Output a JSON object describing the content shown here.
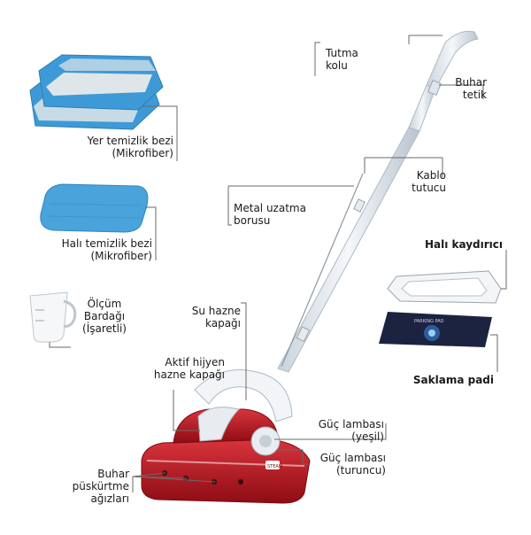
{
  "labels": {
    "handle": [
      "Tutma",
      "kolu"
    ],
    "steam_trigger": [
      "Buhar",
      "tetik"
    ],
    "cable_holder": [
      "Kablo",
      "tutucu"
    ],
    "metal_tube": [
      "Metal uzatma",
      "borusu"
    ],
    "floor_pad": [
      "Yer temizlik bezi",
      "(Mikrofiber)"
    ],
    "carpet_pad": [
      "Halı temizlik bezi",
      "(Mikrofiber)"
    ],
    "carpet_glider": "Halı kaydırıcı",
    "measuring_cup": [
      "Ölçüm",
      "Bardağı",
      "(İşaretli)"
    ],
    "water_tank_cap": [
      "Su hazne",
      "kapağı"
    ],
    "hygiene_tank_cap": [
      "Aktif hijyen",
      "hazne kapağı"
    ],
    "parking_pad": "Saklama padi",
    "power_lamp_green": [
      "Güç lambası",
      "(yeşil)"
    ],
    "power_lamp_orange": [
      "Güç lambası",
      "(turuncu)"
    ],
    "steam_nozzles": [
      "Buhar",
      "püskürtme",
      "ağızları"
    ]
  },
  "product_text": {
    "parking_pad_print": "PARKING PAD",
    "body_badge": "STEAM"
  },
  "colors": {
    "mop_red": "#b5121b",
    "pad_blue": "#3d9ad6",
    "pad_stripe": "#dfe6ea",
    "white_part": "#f2f4f7",
    "dark_pad": "#1c2340"
  }
}
